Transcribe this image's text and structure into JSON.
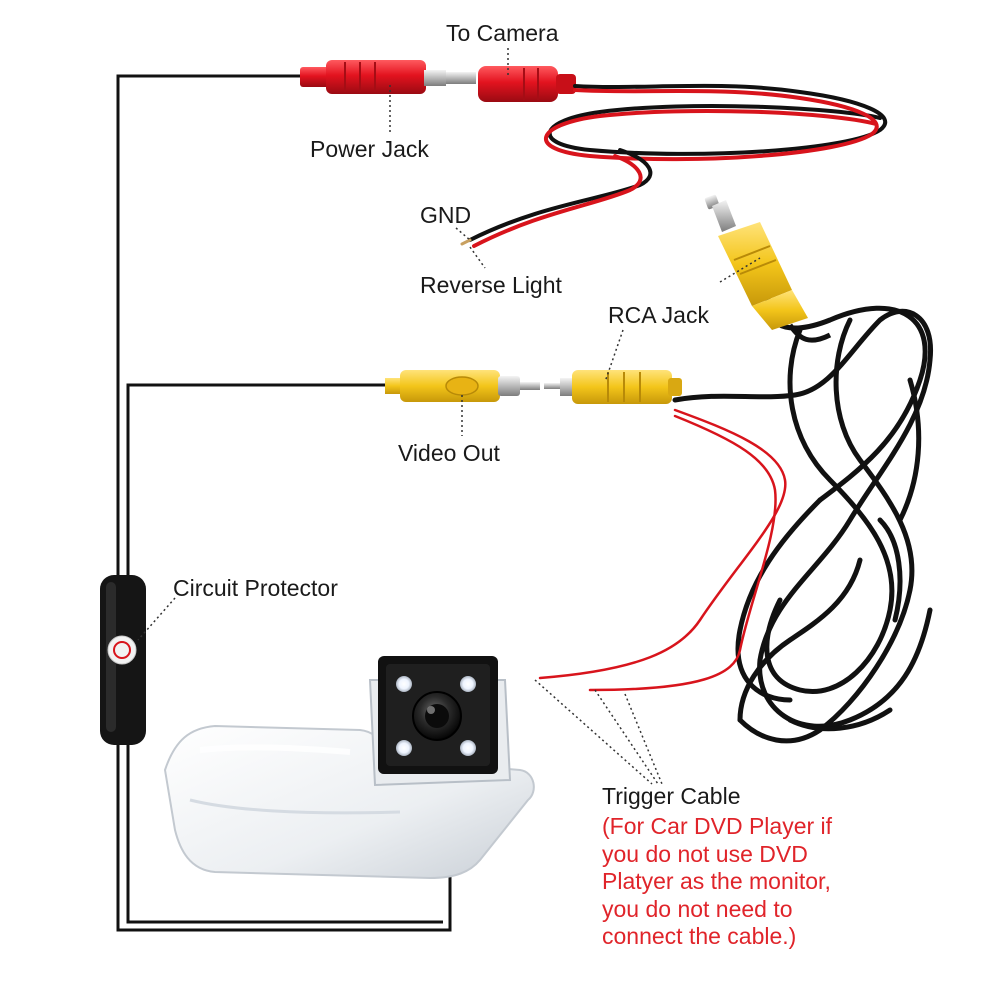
{
  "labels": {
    "to_camera": "To Camera",
    "power_jack": "Power Jack",
    "gnd": "GND",
    "reverse_light": "Reverse Light",
    "rca_jack": "RCA Jack",
    "video_out": "Video Out",
    "circuit_protector": "Circuit Protector",
    "trigger_cable": "Trigger Cable"
  },
  "trigger_note": [
    "(For Car DVD Player if",
    "you do not use DVD",
    "Platyer as the monitor,",
    "you do not need to",
    "connect the cable.)"
  ],
  "colors": {
    "connector_red": "#e3131f",
    "rca_yellow": "#f3c51a",
    "wire_black": "#111111",
    "wire_red": "#d8141c",
    "note_red": "#e0242a"
  }
}
